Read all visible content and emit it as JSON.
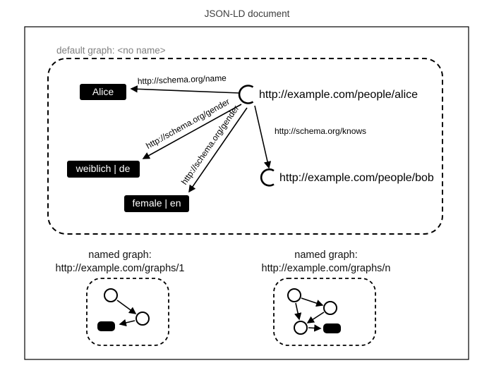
{
  "title": "JSON-LD document",
  "default_graph": {
    "label": "default graph: <no name>",
    "alice_node": {
      "iri": "http://example.com/people/alice"
    },
    "bob_node": {
      "iri": "http://example.com/people/bob"
    },
    "literals": {
      "name": "Alice",
      "gender_de": "weiblich | de",
      "gender_en": "female | en"
    },
    "edges": {
      "name": "http://schema.org/name",
      "gender_de": "http://schema.org/gender",
      "gender_en": "http://schema.org/gender",
      "knows": "http://schema.org/knows"
    }
  },
  "named_graphs": {
    "g1": {
      "label": "named graph:",
      "iri": "http://example.com/graphs/1"
    },
    "gn": {
      "label": "named graph:",
      "iri": "http://example.com/graphs/n"
    }
  },
  "colors": {
    "background": "#ffffff",
    "line": "#000000",
    "literal_bg": "#000000",
    "literal_text": "#ffffff",
    "muted_label": "#808080",
    "title": "#3d3d3d"
  }
}
